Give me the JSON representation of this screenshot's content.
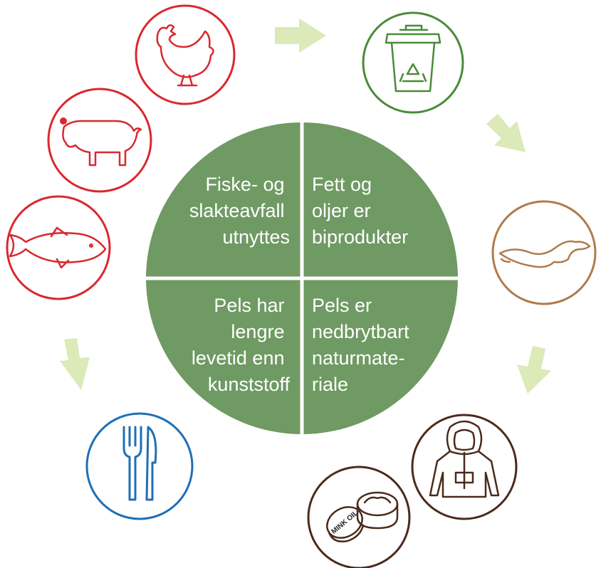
{
  "colors": {
    "circle_green": "#6f9a63",
    "red": "#d9282f",
    "green_icon": "#4a8a3a",
    "tan": "#b07a4a",
    "brown": "#4a2a1a",
    "blue": "#1f6fb5",
    "arrow": "#dce9b8"
  },
  "quadrants": {
    "top_left": [
      "Fiske- og",
      "slakteavfall",
      "utnyttes"
    ],
    "top_right": [
      "Fett og",
      "oljer er",
      "biprodukter"
    ],
    "bottom_left": [
      "Pels har",
      "lengre",
      "levetid enn",
      "kunststoff"
    ],
    "bottom_right": [
      "Pels er",
      "nedbrytbart",
      "naturmate-",
      "riale"
    ]
  },
  "icons": {
    "chicken": "chicken-icon",
    "pig": "pig-icon",
    "fish": "fish-icon",
    "recycle_bin": "recycle-bin-icon",
    "mink": "mink-icon",
    "jacket": "fur-jacket-icon",
    "mink_oil": "mink-oil-jar-icon",
    "cutlery": "fork-knife-icon"
  },
  "mink_oil_label": "MINK OIL"
}
